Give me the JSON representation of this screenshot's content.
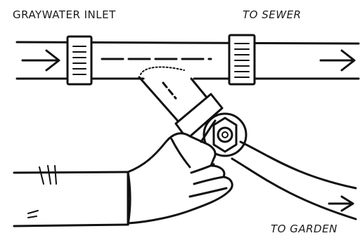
{
  "labels": {
    "inlet": "GRAYWATER INLET",
    "sewer": "TO SEWER",
    "garden": "TO GARDEN"
  }
}
